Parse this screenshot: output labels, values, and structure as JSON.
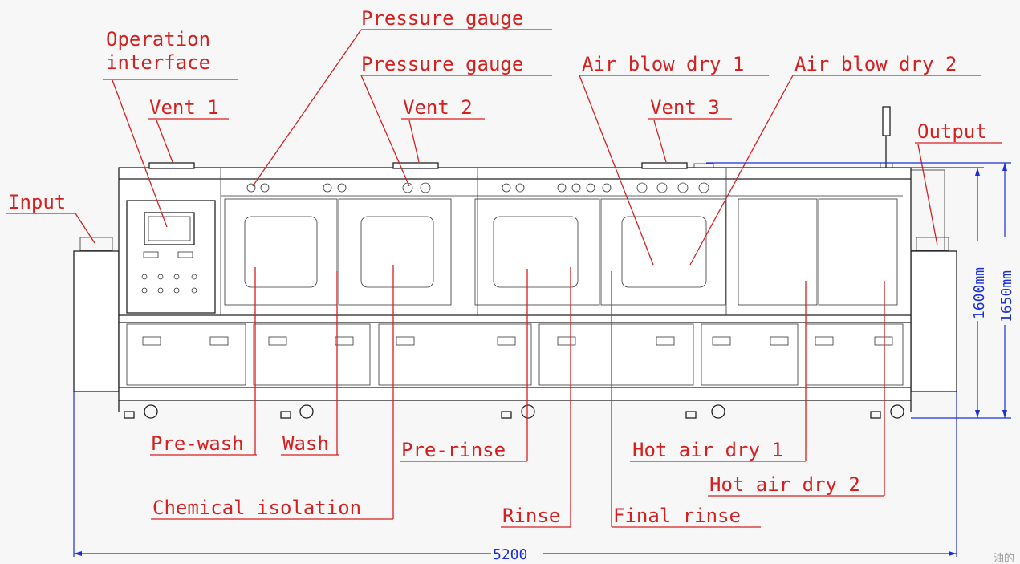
{
  "labels": {
    "operation_interface_1": "Operation",
    "operation_interface_2": "interface",
    "pressure_gauge_1": "Pressure gauge",
    "pressure_gauge_2": "Pressure gauge",
    "air_blow_dry_1": "Air blow dry 1",
    "air_blow_dry_2": "Air blow dry 2",
    "vent_1": "Vent 1",
    "vent_2": "Vent 2",
    "vent_3": "Vent 3",
    "output": "Output",
    "input": "Input",
    "pre_wash": "Pre-wash",
    "wash": "Wash",
    "pre_rinse": "Pre-rinse",
    "hot_air_dry_1": "Hot air dry 1",
    "hot_air_dry_2": "Hot air dry 2",
    "chemical_isolation": "Chemical isolation",
    "rinse": "Rinse",
    "final_rinse": "Final rinse"
  },
  "dimensions": {
    "length": "5200",
    "height_1": "1600mm",
    "height_2": "1650mm"
  },
  "watermark": "油的",
  "colors": {
    "label": "#d62020",
    "dimension": "#1a2fd6",
    "machine": "#222222"
  }
}
